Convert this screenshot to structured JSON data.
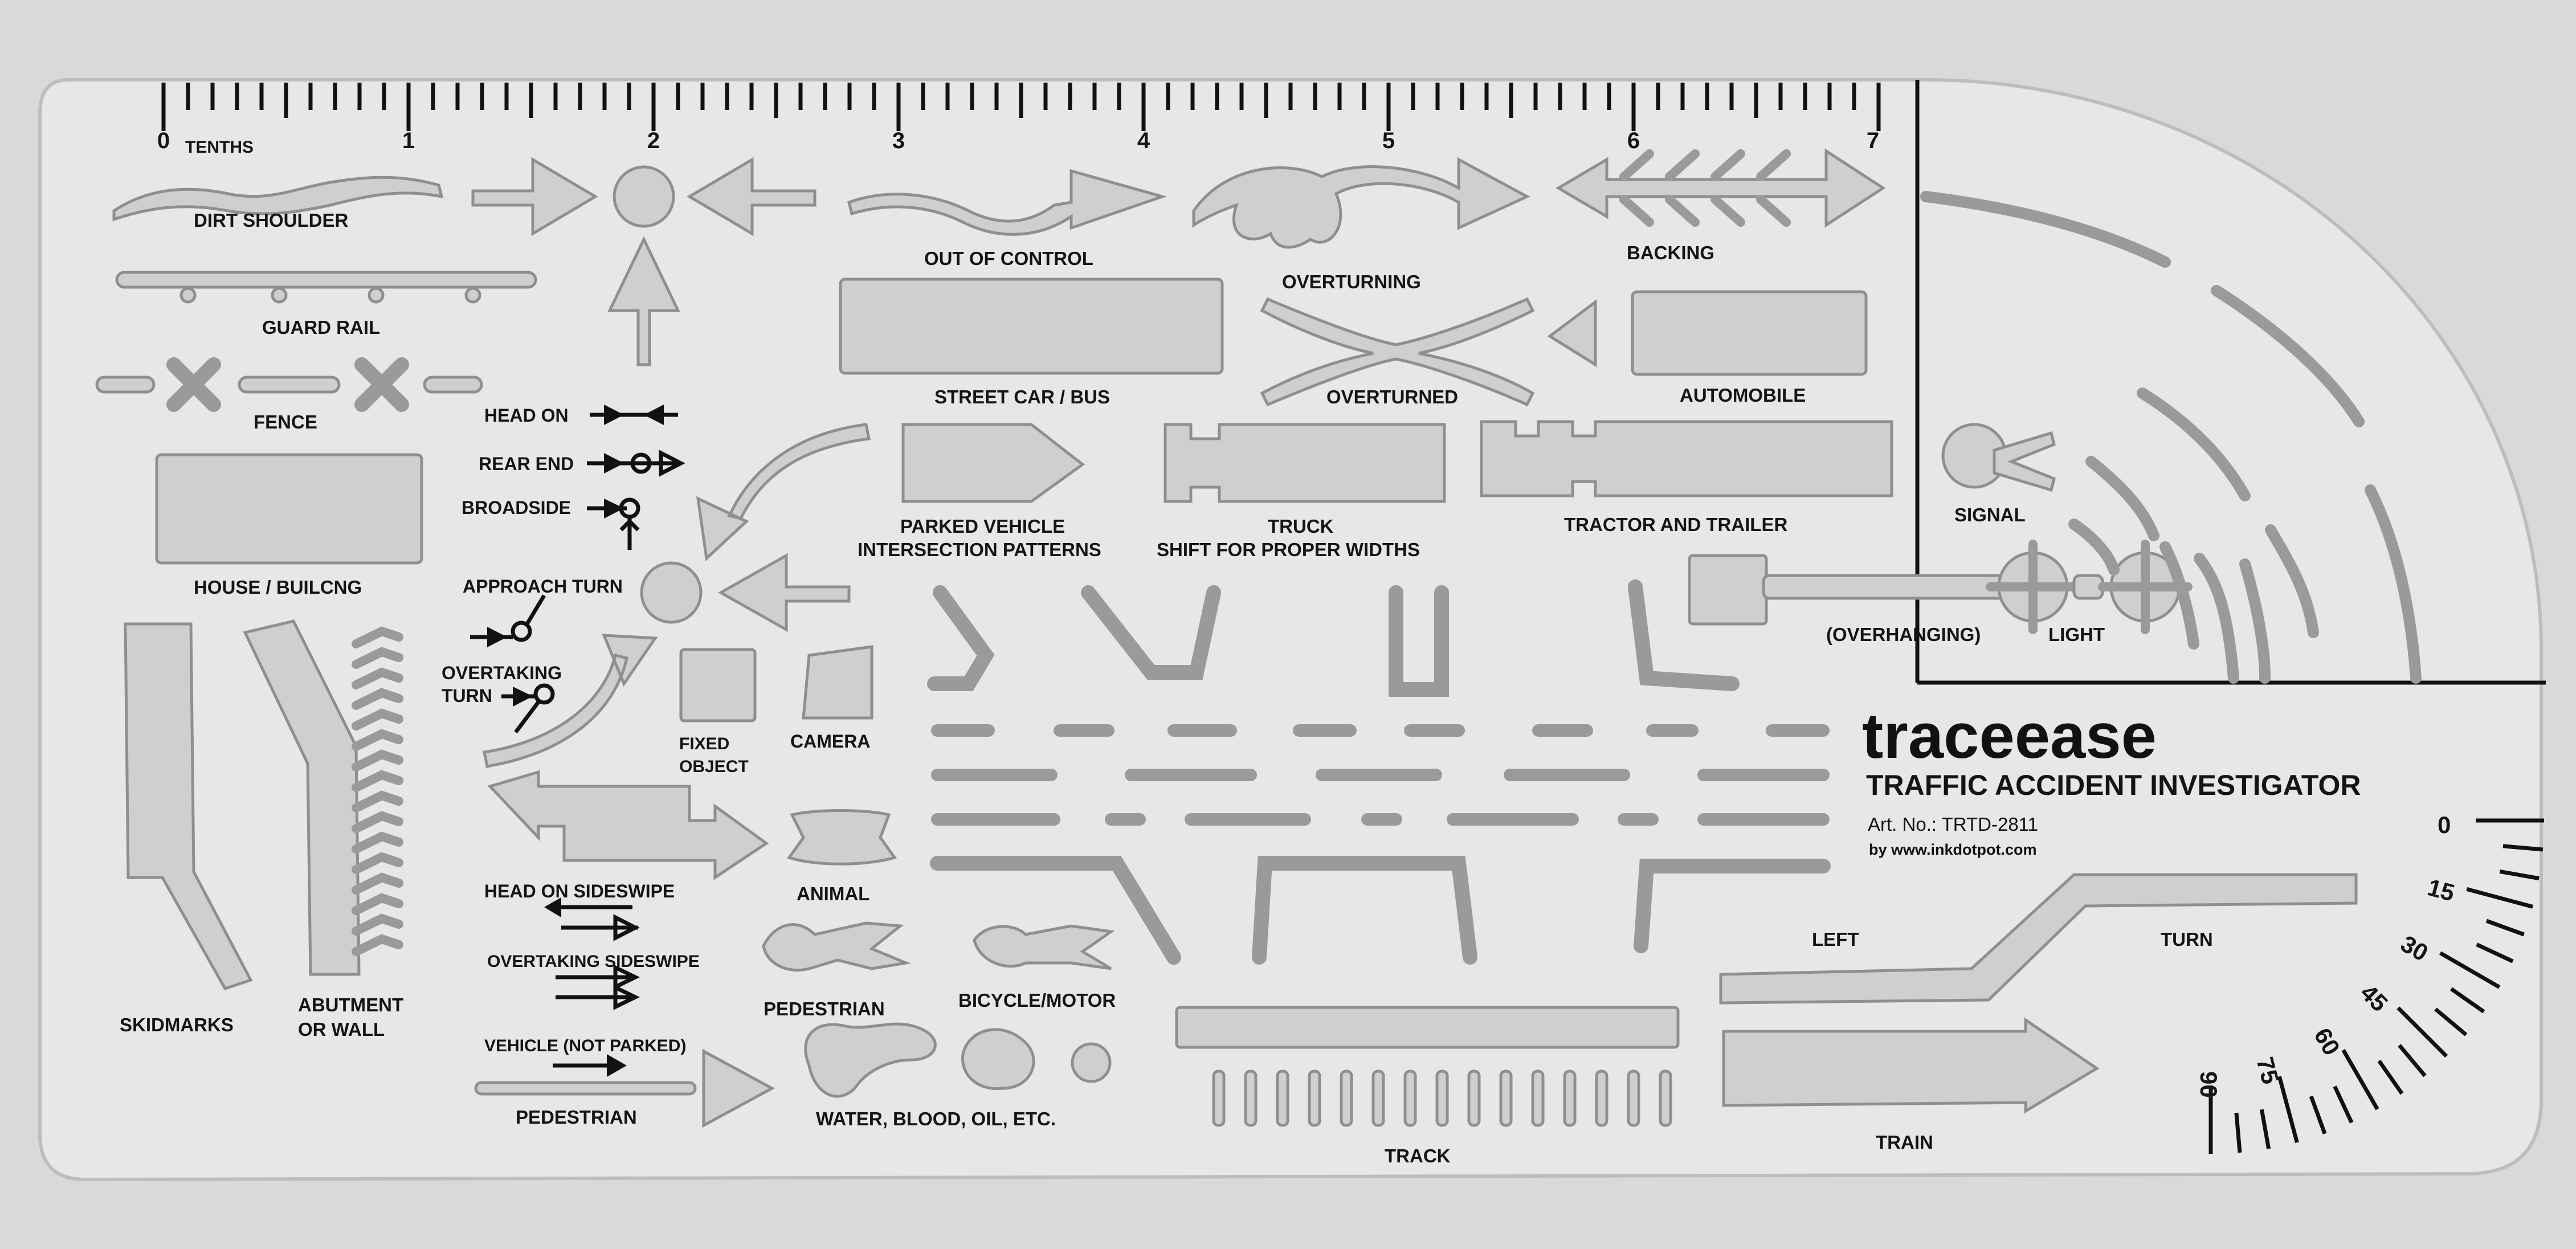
{
  "image": {
    "subject": "transparent plastic drafting template",
    "background": "#d9d9d7",
    "plastic": "#e7e7e5",
    "ink": "#111111"
  },
  "ruler": {
    "units_label": "TENTHS",
    "numbers": [
      "0",
      "1",
      "2",
      "3",
      "4",
      "5",
      "6",
      "7"
    ]
  },
  "brand": {
    "name": "traceease",
    "product": "TRAFFIC ACCIDENT INVESTIGATOR",
    "art_no": "Art. No.: TRTD-2811",
    "by": "by www.inkdotpot.com"
  },
  "protractor": {
    "angles": [
      "0",
      "15",
      "30",
      "45",
      "60",
      "75",
      "90"
    ]
  },
  "labels": {
    "dirt_shoulder": "DIRT SHOULDER",
    "guard_rail": "GUARD RAIL",
    "fence": "FENCE",
    "house": "HOUSE / BUILCNG",
    "skidmarks": "SKIDMARKS",
    "abutment_1": "ABUTMENT",
    "abutment_2": "OR WALL",
    "head_on": "HEAD ON",
    "rear_end": "REAR END",
    "broadside": "BROADSIDE",
    "approach_turn": "APPROACH TURN",
    "overtaking_turn_1": "OVERTAKING",
    "overtaking_turn_2": "TURN",
    "fixed_object_1": "FIXED",
    "fixed_object_2": "OBJECT",
    "camera": "CAMERA",
    "head_on_sideswipe": "HEAD ON SIDESWIPE",
    "overtaking_sideswipe": "OVERTAKING SIDESWIPE",
    "vehicle_not_parked": "VEHICLE (NOT PARKED)",
    "pedestrian_path": "PEDESTRIAN",
    "animal": "ANIMAL",
    "pedestrian": "PEDESTRIAN",
    "bicycle_motor": "BICYCLE/MOTOR",
    "water_blood_oil": "WATER, BLOOD, OIL, ETC.",
    "out_of_control": "OUT OF CONTROL",
    "overturning": "OVERTURNING",
    "backing": "BACKING",
    "street_car_bus": "STREET CAR / BUS",
    "overturned": "OVERTURNED",
    "automobile": "AUTOMOBILE",
    "parked_vehicle": "PARKED VEHICLE",
    "intersection_patterns": "INTERSECTION PATTERNS",
    "truck": "TRUCK",
    "shift_widths": "SHIFT FOR PROPER WIDTHS",
    "tractor_trailer": "TRACTOR AND TRAILER",
    "signal": "SIGNAL",
    "overhanging": "(OVERHANGING)",
    "light": "LIGHT",
    "left": "LEFT",
    "turn": "TURN",
    "track": "TRACK",
    "train": "TRAIN"
  }
}
